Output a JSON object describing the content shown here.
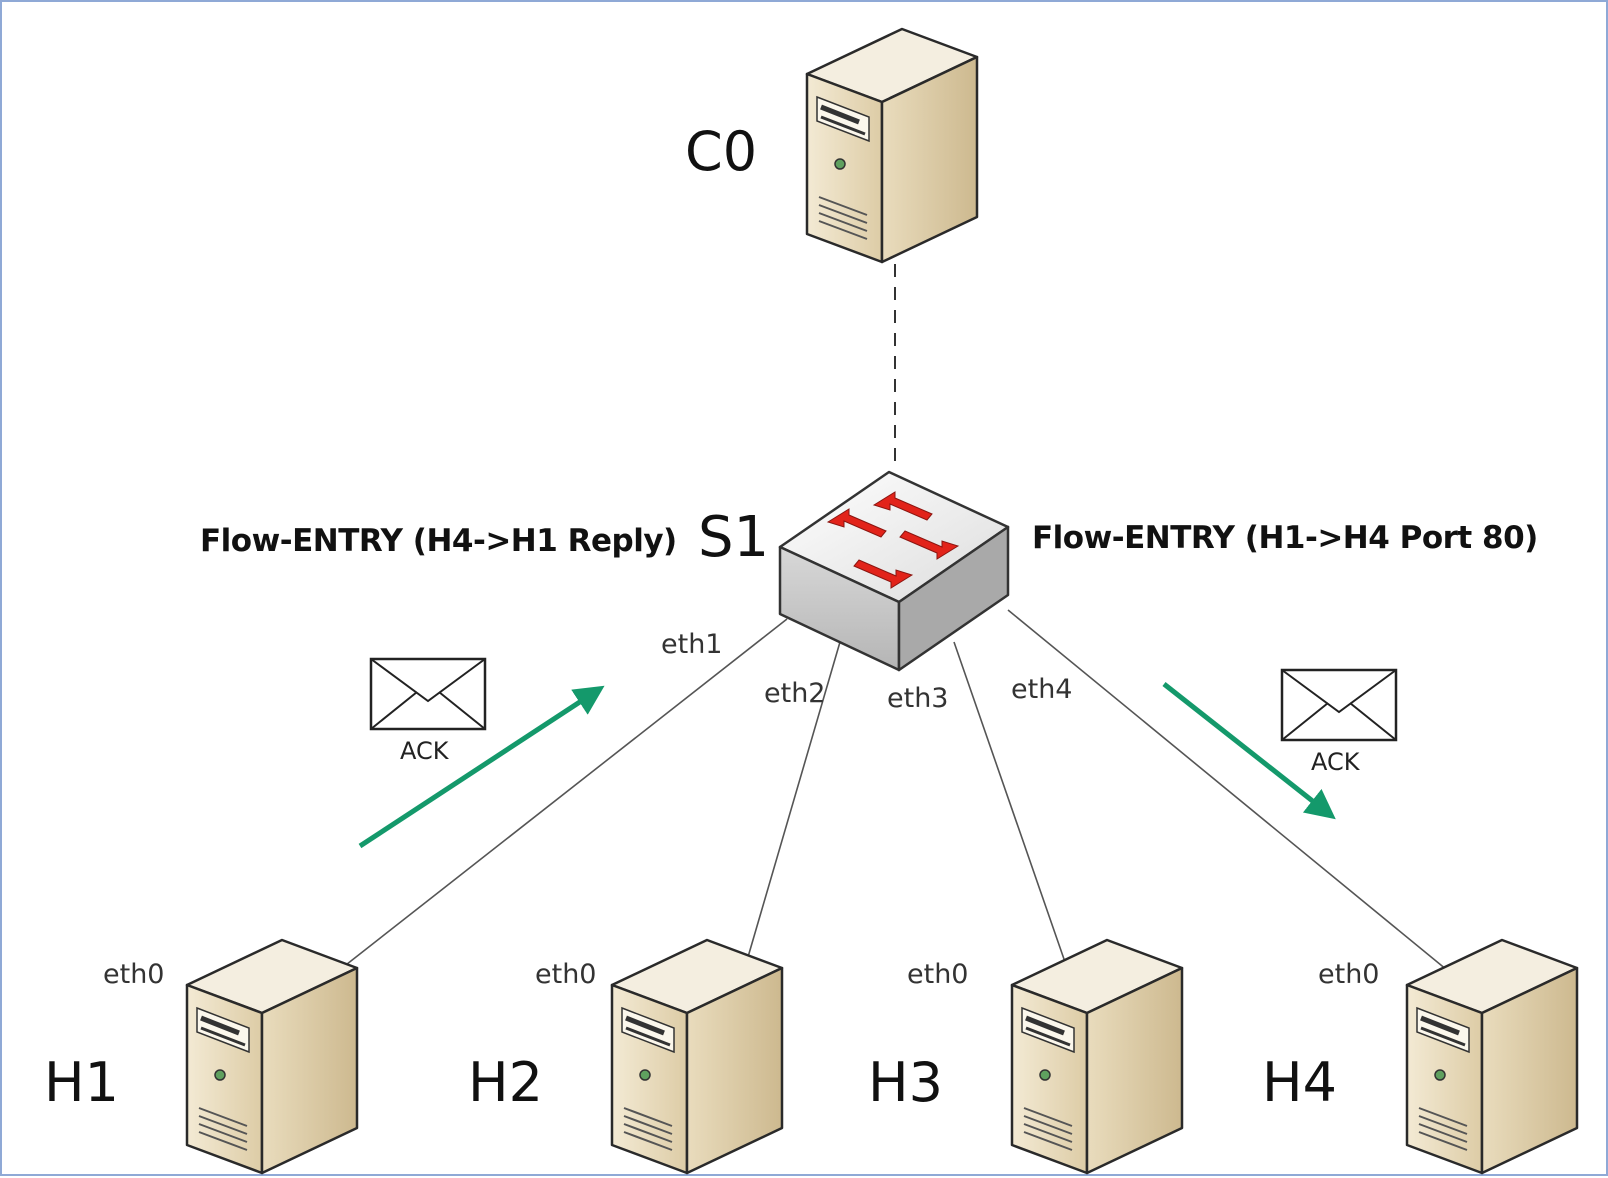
{
  "controller": {
    "label": "C0"
  },
  "switch": {
    "label": "S1"
  },
  "flows": {
    "left": "Flow-ENTRY (H4->H1 Reply)",
    "right": "Flow-ENTRY (H1->H4 Port 80)"
  },
  "switch_ports": [
    "eth1",
    "eth2",
    "eth3",
    "eth4"
  ],
  "hosts": [
    {
      "label": "H1",
      "port": "eth0"
    },
    {
      "label": "H2",
      "port": "eth0"
    },
    {
      "label": "H3",
      "port": "eth0"
    },
    {
      "label": "H4",
      "port": "eth0"
    }
  ],
  "packets": {
    "left": {
      "label": "ACK"
    },
    "right": {
      "label": "ACK"
    }
  },
  "colors": {
    "arrow": "#14996b",
    "server_face": "#e9dcbf",
    "switch_arrows": "#e2231a",
    "border": "#8fa9d6"
  },
  "icons": [
    "server-icon",
    "switch-icon",
    "envelope-icon",
    "arrow-icon"
  ]
}
